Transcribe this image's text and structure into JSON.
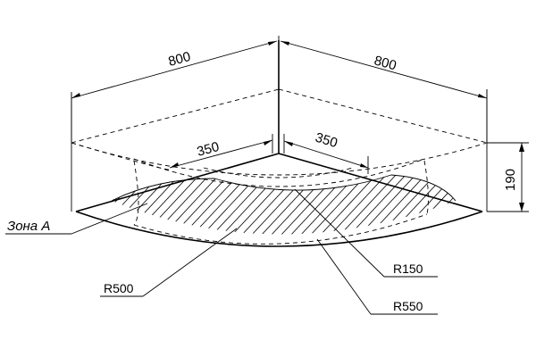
{
  "dimensions": {
    "top_left": "800",
    "top_right": "800",
    "inner_left": "350",
    "inner_right": "350",
    "height": "190"
  },
  "labels": {
    "zone": "Зона А",
    "r150": "R150",
    "r500": "R500",
    "r550": "R550"
  },
  "colors": {
    "line": "#000000",
    "background": "#ffffff"
  }
}
